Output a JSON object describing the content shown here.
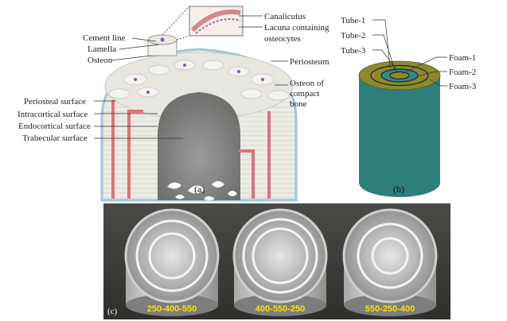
{
  "panel_a": {
    "caption": "(a)",
    "labels": {
      "canaliculus": "Canaliculus",
      "lacuna": "Lacuna containing",
      "lacuna2": "osteocytes",
      "cement_line": "Cement line",
      "lamella": "Lamella",
      "osteon": "Osteon",
      "periosteum": "Periosteum",
      "osteon_compact_1": "Osteon of",
      "osteon_compact_2": "compact",
      "osteon_compact_3": "bone",
      "periosteal_surface": "Periosteal surface",
      "intracortical_surface": "Intracortical surface",
      "endocortical_surface": "Endocortical surface",
      "trabecular_surface": "Trabecular surface"
    }
  },
  "panel_b": {
    "caption": "(b)",
    "labels": {
      "tube1": "Tube-1",
      "tube2": "Tube-2",
      "tube3": "Tube-3",
      "foam1": "Foam-1",
      "foam2": "Foam-2",
      "foam3": "Foam-3"
    },
    "colors": {
      "body": "#2e7f7c",
      "top_ring": "#8d8a2c",
      "top_center": "#2f8a87"
    }
  },
  "panel_c": {
    "caption": "(c)",
    "samples": [
      "250-400-550",
      "400-550-250",
      "550-250-400"
    ],
    "label_color": "#f2e600"
  }
}
